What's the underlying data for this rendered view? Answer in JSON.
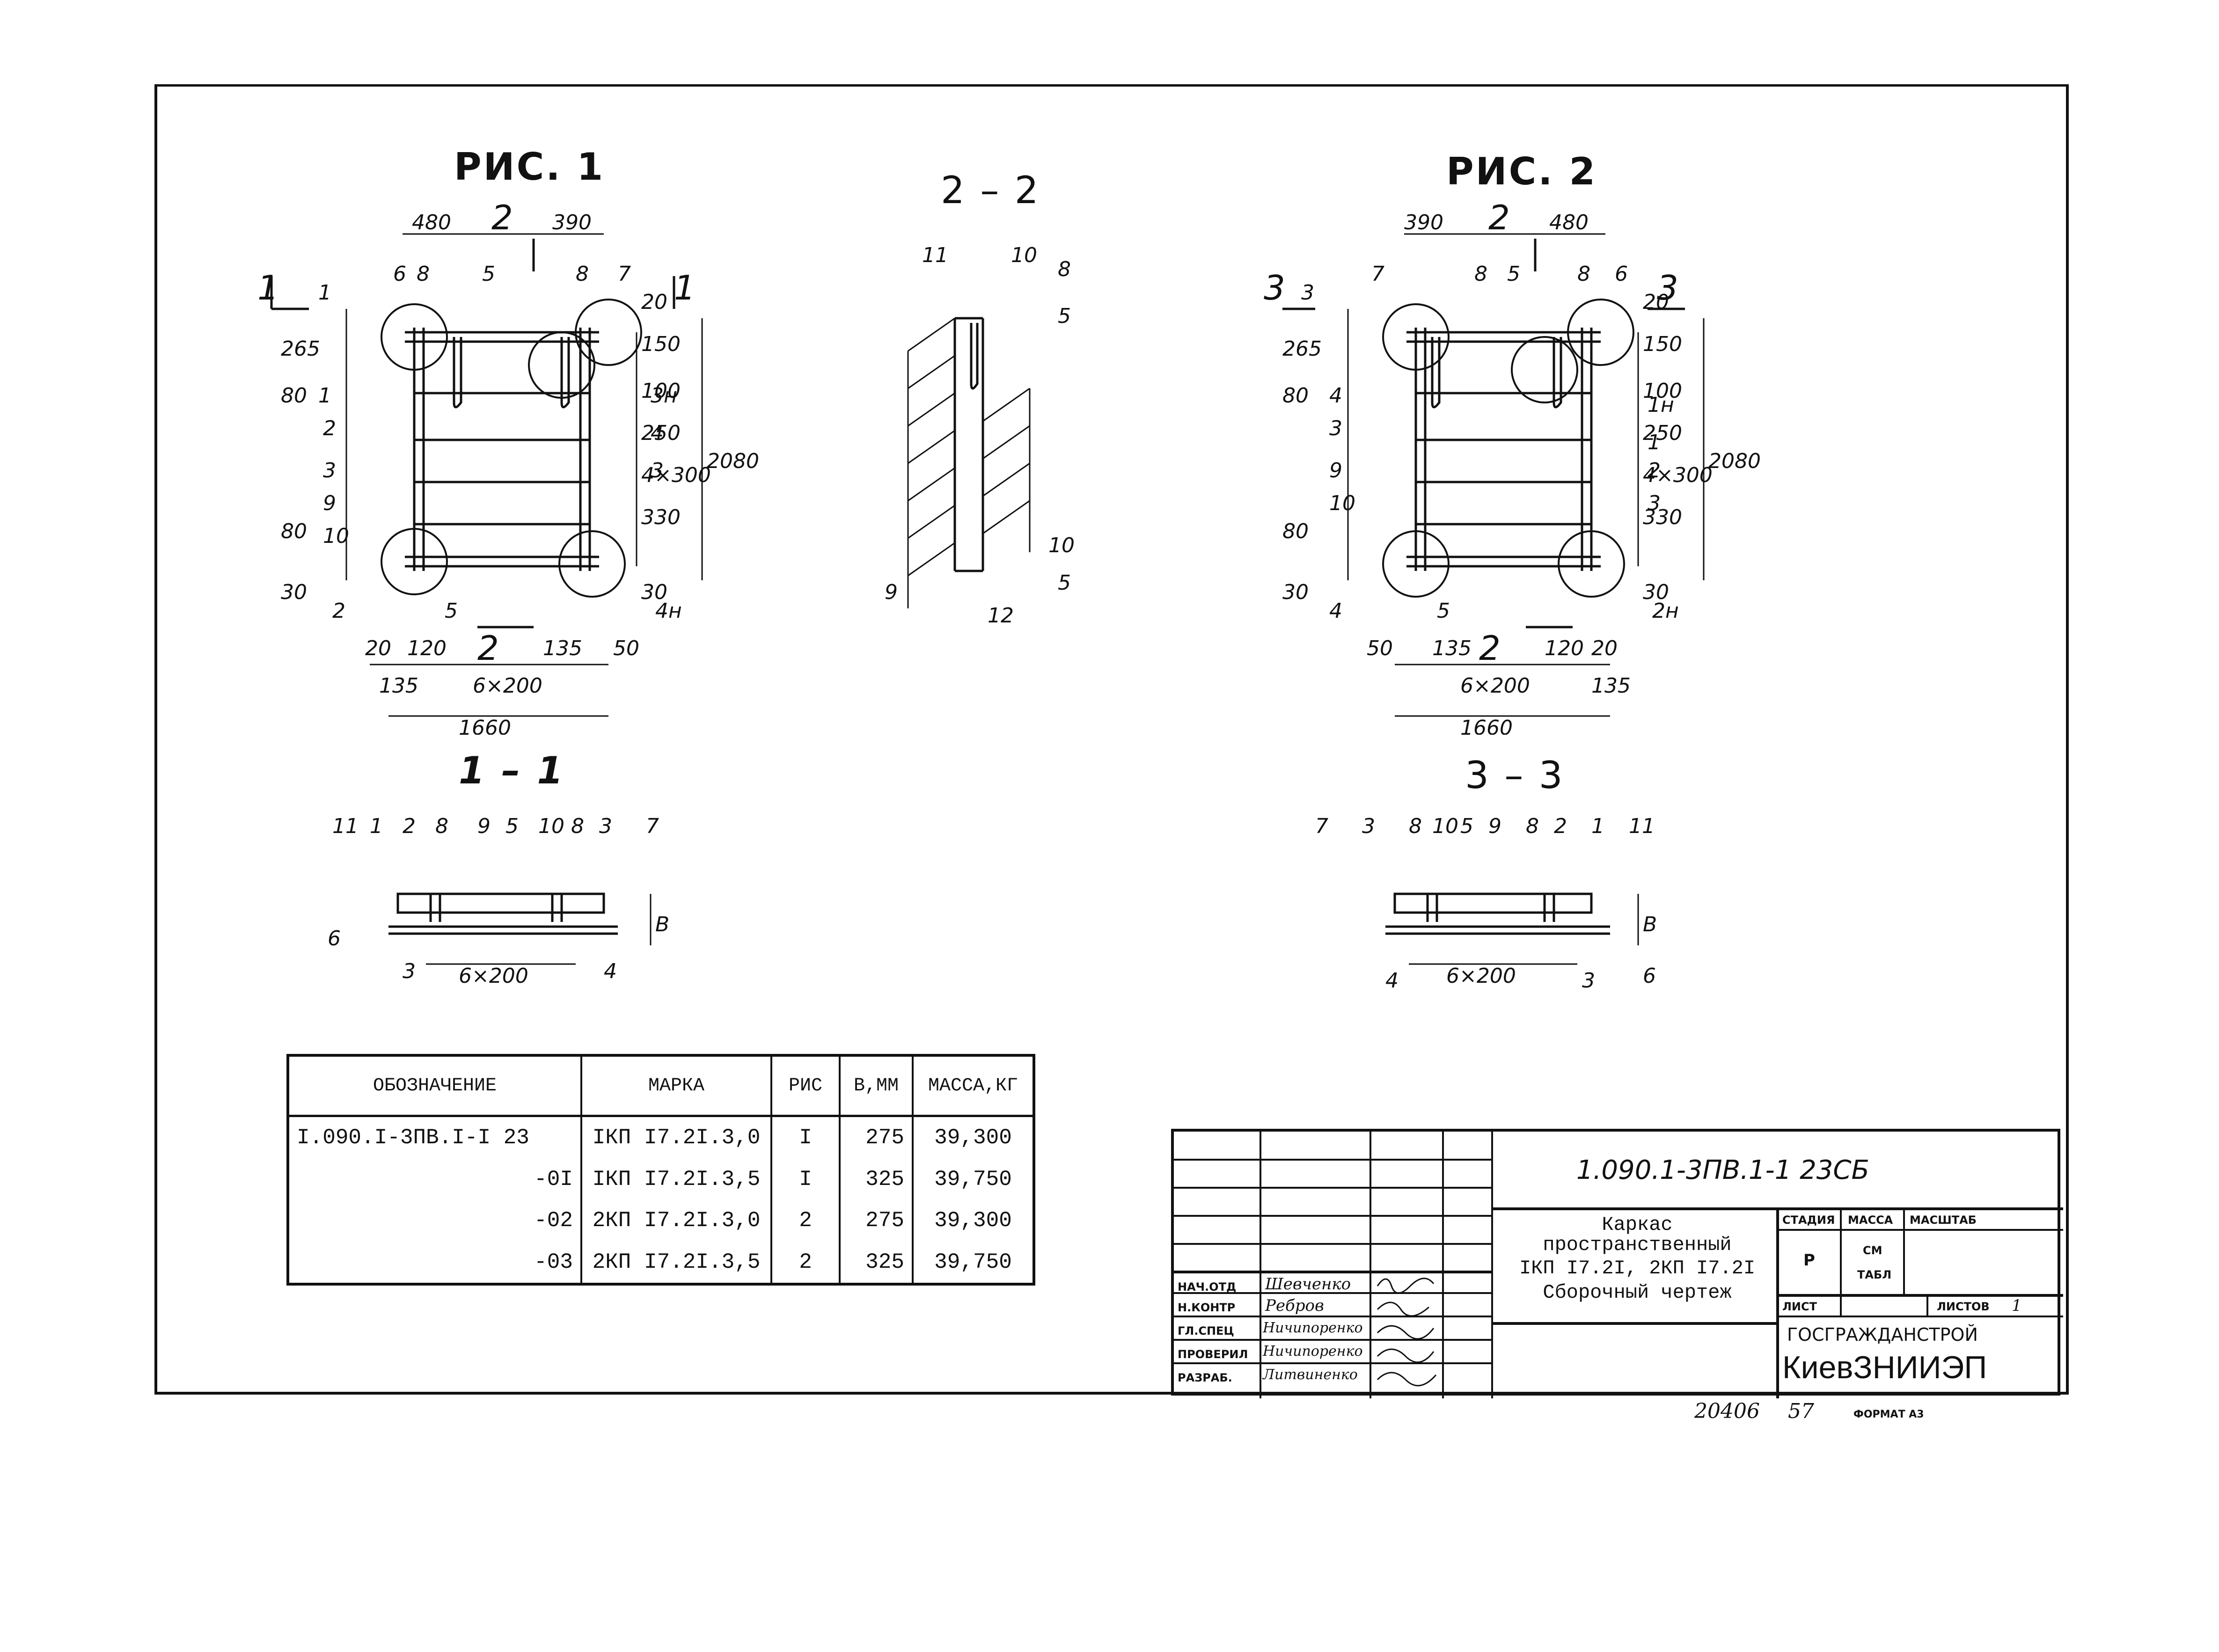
{
  "figures": {
    "fig1_title": "РИС. 1",
    "fig2_title": "РИС. 2",
    "section_22": "2 – 2",
    "section_11": "1 – 1",
    "section_33": "3 – 3"
  },
  "fig1": {
    "dims_top": [
      "480",
      "390"
    ],
    "cut_marks": [
      "1",
      "1",
      "2",
      "2"
    ],
    "dims_right": [
      "20",
      "150",
      "100",
      "250",
      "4×300",
      "330",
      "30",
      "2080"
    ],
    "dims_left": [
      "265",
      "80",
      "80",
      "30"
    ],
    "dims_bottom": [
      "20",
      "120",
      "135",
      "50",
      "135",
      "6×200",
      "1660"
    ],
    "labels": [
      "6",
      "8",
      "5",
      "8",
      "7",
      "1",
      "1",
      "2",
      "3",
      "9",
      "10",
      "2",
      "5",
      "3н",
      "4",
      "3",
      "4н"
    ]
  },
  "fig2": {
    "dims_top": [
      "390",
      "480"
    ],
    "cut_marks": [
      "3",
      "3",
      "2",
      "2"
    ],
    "dims_right": [
      "20",
      "150",
      "100",
      "250",
      "4×300",
      "330",
      "30",
      "2080"
    ],
    "dims_left": [
      "265",
      "80",
      "80",
      "30"
    ],
    "dims_bottom": [
      "50",
      "135",
      "120",
      "20",
      "6×200",
      "135",
      "1660"
    ],
    "labels": [
      "7",
      "8",
      "5",
      "8",
      "6",
      "3",
      "4",
      "3",
      "9",
      "10",
      "4",
      "5",
      "1н",
      "1",
      "2",
      "3",
      "2н"
    ]
  },
  "sec22": {
    "labels": [
      "11",
      "10",
      "8",
      "5",
      "9",
      "10",
      "5",
      "12"
    ]
  },
  "sec11": {
    "labels": [
      "11",
      "1",
      "2",
      "8",
      "9",
      "5",
      "10",
      "8",
      "3",
      "7",
      "6",
      "3",
      "4",
      "В"
    ],
    "dim": "6×200"
  },
  "sec33": {
    "labels": [
      "7",
      "3",
      "8",
      "10",
      "5",
      "9",
      "8",
      "2",
      "1",
      "11",
      "4",
      "3",
      "6",
      "В"
    ],
    "dim": "6×200"
  },
  "spec_table": {
    "headers": [
      "ОБОЗНАЧЕНИЕ",
      "МАРКА",
      "РИС",
      "В,ММ",
      "МАССА,КГ"
    ],
    "rows": [
      [
        "I.090.I-3ПВ.I-I 23",
        "IКП I7.2I.3,0",
        "I",
        "275",
        "39,300"
      ],
      [
        "-0I",
        "IКП I7.2I.3,5",
        "I",
        "325",
        "39,750"
      ],
      [
        "-02",
        "2КП I7.2I.3,0",
        "2",
        "275",
        "39,300"
      ],
      [
        "-03",
        "2КП I7.2I.3,5",
        "2",
        "325",
        "39,750"
      ]
    ]
  },
  "title_block": {
    "doc_code": "1.090.1-3ПВ.1-1  23СБ",
    "title_lines": [
      "Каркас",
      "пространственный",
      "IКП I7.2I, 2КП I7.2I",
      "Сборочный чертеж"
    ],
    "stage_header": "СТАДИЯ",
    "mass_header": "МАССА",
    "scale_header": "МАСШТАБ",
    "stage": "Р",
    "mass_1": "СМ",
    "mass_2": "ТАБЛ",
    "sheet_label": "ЛИСТ",
    "sheets_label": "ЛИСТОВ",
    "sheets_value": "1",
    "org_1": "ГОСГРАЖДАНСТРОЙ",
    "org_2": "КиевЗНИИЭП",
    "signers": [
      {
        "role": "НАЧ.ОТД",
        "name": "Шевченко"
      },
      {
        "role": "Н.КОНТР",
        "name": "Ребров"
      },
      {
        "role": "ГЛ.СПЕЦ",
        "name": "Ничипоренко"
      },
      {
        "role": "ПРОВЕРИЛ",
        "name": "Ничипоренко"
      },
      {
        "role": "РАЗРАБ.",
        "name": "Литвиненко"
      }
    ]
  },
  "footer": {
    "inv": "20406",
    "page": "57",
    "format": "ФОРМАТ А3"
  }
}
